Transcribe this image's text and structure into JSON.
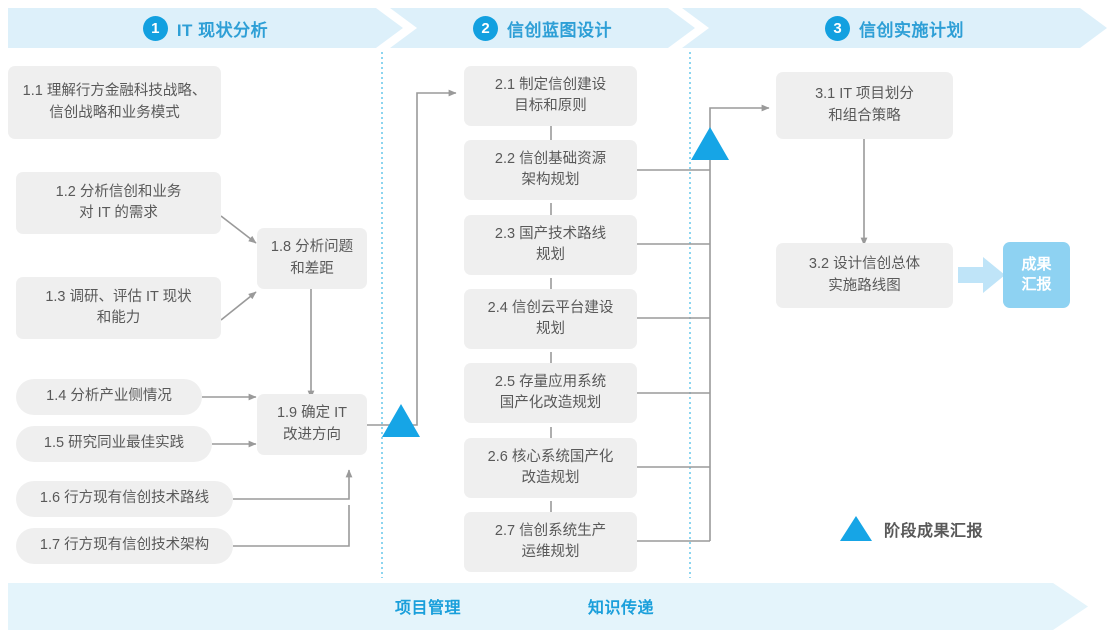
{
  "phases": [
    {
      "num": "1",
      "title": "IT 现状分析"
    },
    {
      "num": "2",
      "title": "信创蓝图设计"
    },
    {
      "num": "3",
      "title": "信创实施计划"
    }
  ],
  "colors": {
    "phase_band": "#ddf0fa",
    "accent_blue": "#2e9fd6",
    "badge_blue": "#12a0e0",
    "box_gray": "#efefef",
    "box_text": "#595959",
    "result_blue": "#8ed2f2",
    "connector_gray": "#9a9a9a",
    "divider_dotted": "#5bc3ea",
    "bottom_bar": "#e4f4fb",
    "milestone_triangle": "#16a5e6"
  },
  "tasks": {
    "phase1": [
      {
        "id": "1.1",
        "text": "1.1 理解行方金融科技战略、\n信创战略和业务模式"
      },
      {
        "id": "1.2",
        "text": "1.2 分析信创和业务\n对 IT 的需求"
      },
      {
        "id": "1.3",
        "text": "1.3 调研、评估 IT 现状\n和能力"
      },
      {
        "id": "1.4",
        "text": "1.4 分析产业侧情况"
      },
      {
        "id": "1.5",
        "text": "1.5 研究同业最佳实践"
      },
      {
        "id": "1.6",
        "text": "1.6 行方现有信创技术路线"
      },
      {
        "id": "1.7",
        "text": "1.7 行方现有信创技术架构"
      },
      {
        "id": "1.8",
        "text": "1.8 分析问题\n和差距"
      },
      {
        "id": "1.9",
        "text": "1.9 确定 IT\n改进方向"
      }
    ],
    "phase2": [
      {
        "id": "2.1",
        "text": "2.1 制定信创建设\n目标和原则"
      },
      {
        "id": "2.2",
        "text": "2.2 信创基础资源\n架构规划"
      },
      {
        "id": "2.3",
        "text": "2.3 国产技术路线\n规划"
      },
      {
        "id": "2.4",
        "text": "2.4 信创云平台建设\n规划"
      },
      {
        "id": "2.5",
        "text": "2.5 存量应用系统\n国产化改造规划"
      },
      {
        "id": "2.6",
        "text": "2.6 核心系统国产化\n改造规划"
      },
      {
        "id": "2.7",
        "text": "2.7 信创系统生产\n运维规划"
      }
    ],
    "phase3": [
      {
        "id": "3.1",
        "text": "3.1 IT 项目划分\n和组合策略"
      },
      {
        "id": "3.2",
        "text": "3.2 设计信创总体\n实施路线图"
      }
    ]
  },
  "result": {
    "text": "成果\n汇报"
  },
  "legend": {
    "label": "阶段成果汇报",
    "icon": "triangle-up-icon"
  },
  "bottom": {
    "labels": [
      {
        "text": "项目管理"
      },
      {
        "text": "知识传递"
      }
    ]
  }
}
